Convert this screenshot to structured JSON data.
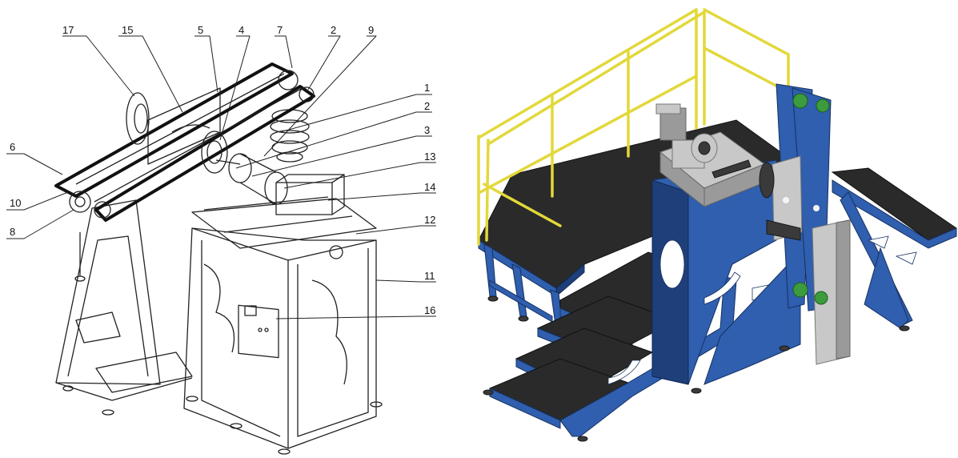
{
  "figure": {
    "left_panel": {
      "kind": "line-drawing",
      "callouts": [
        "17",
        "15",
        "5",
        "4",
        "7",
        "2",
        "9",
        "1",
        "2",
        "3",
        "13",
        "14",
        "12",
        "11",
        "16",
        "6",
        "10",
        "8"
      ]
    },
    "right_panel": {
      "kind": "shaded-render",
      "colors": {
        "frame": "#2f5fae",
        "frame_dark": "#1e3f7a",
        "railing": "#e2d83a",
        "grating": "#2a2a2a",
        "machine": "#c8c8c8",
        "roller": "#3c9b3c"
      }
    }
  }
}
